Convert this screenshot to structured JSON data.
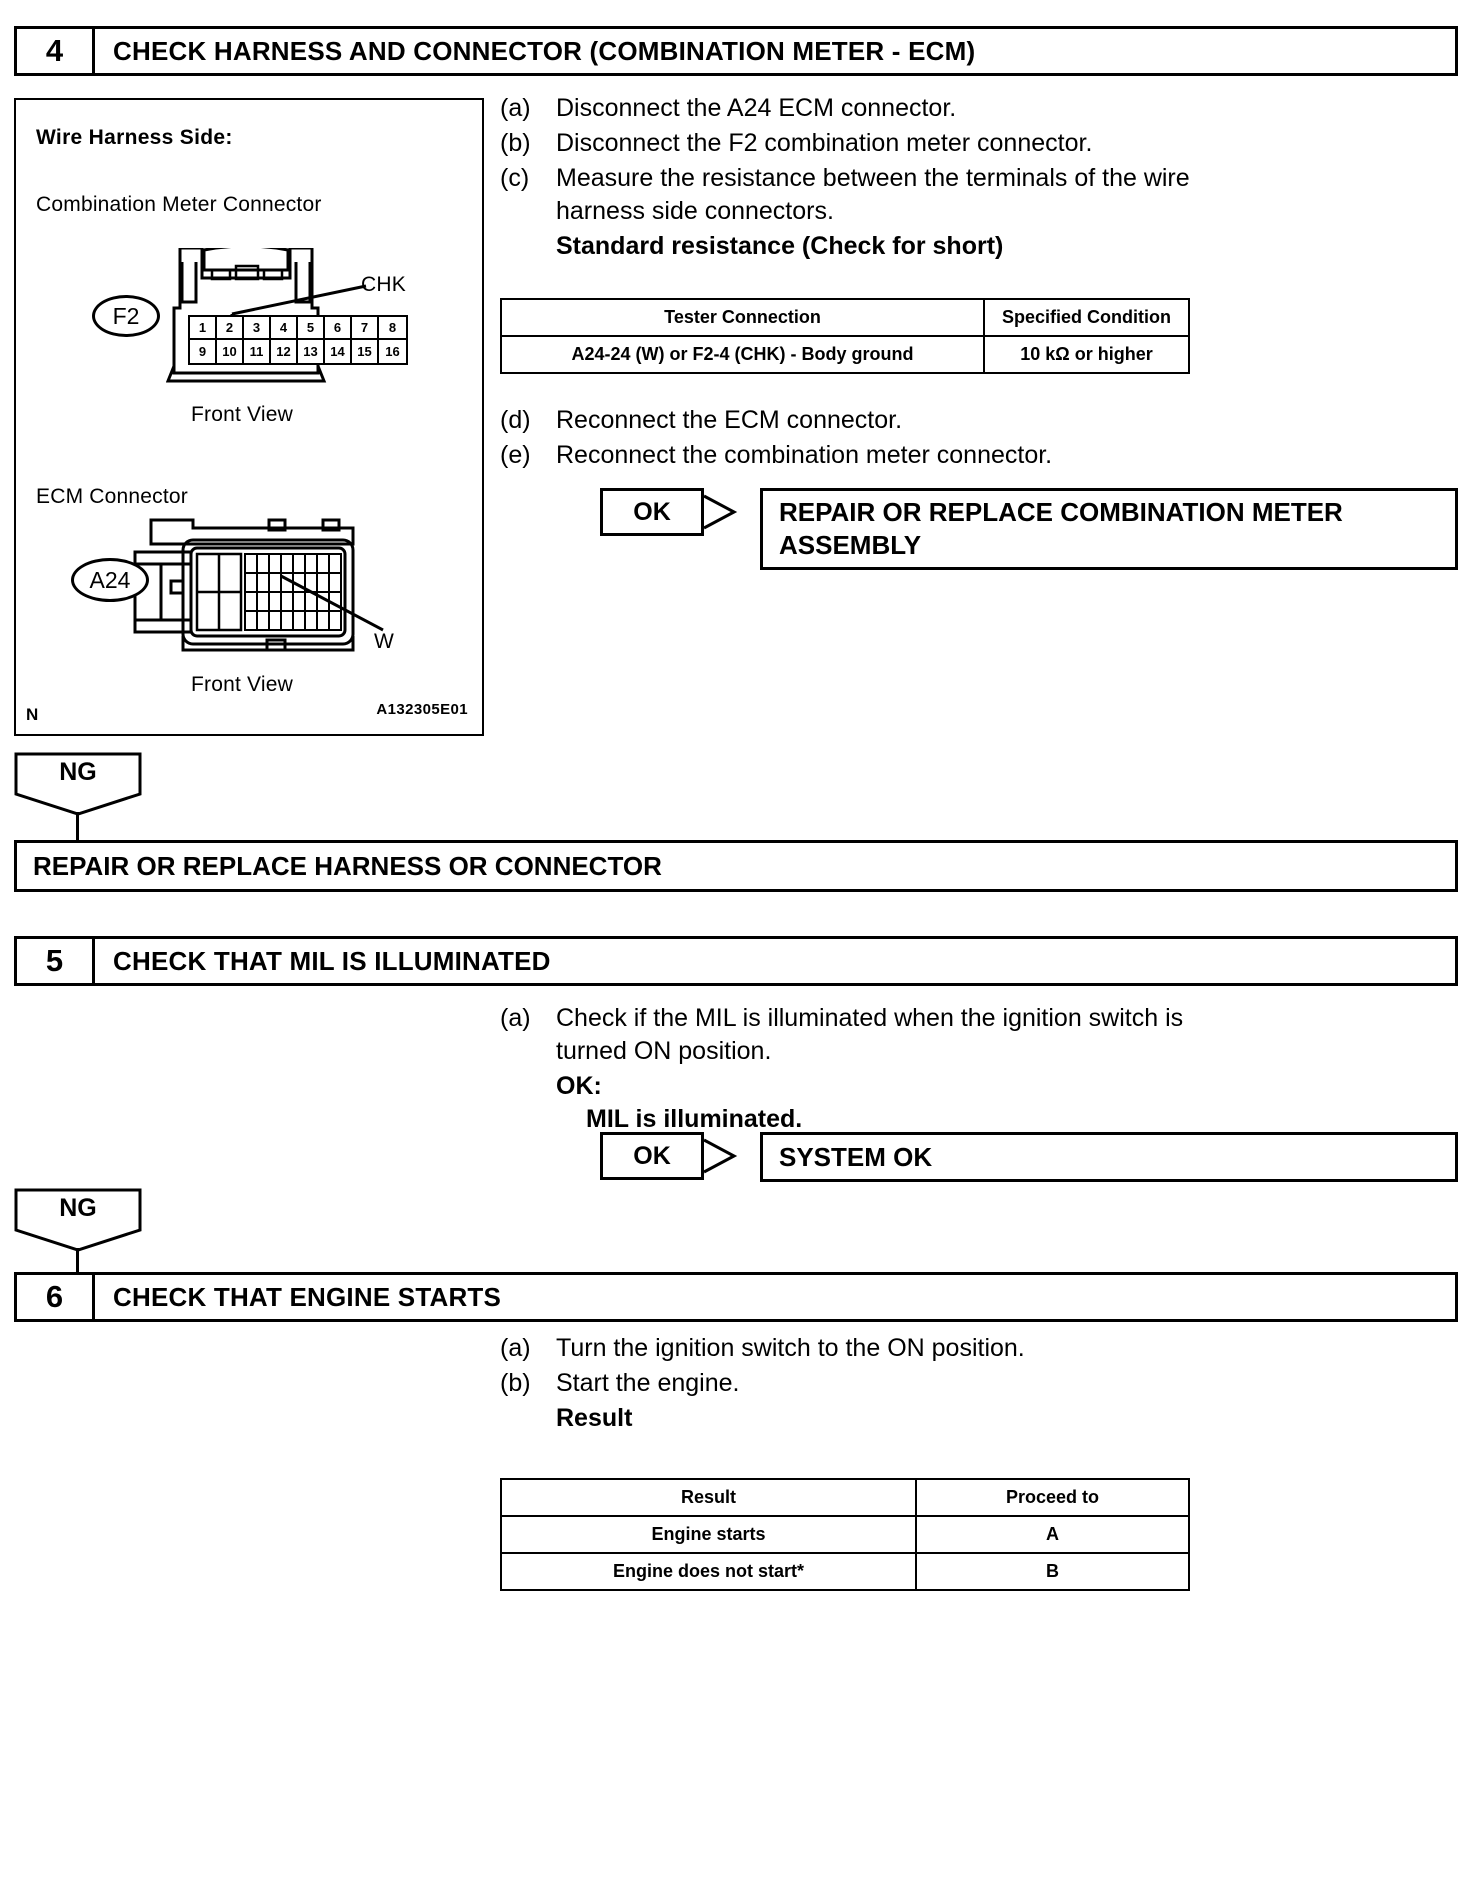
{
  "steps": [
    {
      "number": "4",
      "title": "CHECK HARNESS AND CONNECTOR (COMBINATION METER - ECM)",
      "instructions": [
        {
          "key": "(a)",
          "text": "Disconnect the A24 ECM connector."
        },
        {
          "key": "(b)",
          "text": "Disconnect the F2 combination meter connector."
        },
        {
          "key": "(c)",
          "text": "Measure the resistance between the terminals of the wire harness side connectors."
        }
      ],
      "sub_heading": "Standard resistance (Check for short)",
      "table": {
        "headers": [
          "Tester Connection",
          "Specified Condition"
        ],
        "rows": [
          [
            "A24-24 (W) or F2-4 (CHK) - Body ground",
            "10 kΩ or higher"
          ]
        ]
      },
      "instructions_after": [
        {
          "key": "(d)",
          "text": "Reconnect the ECM connector."
        },
        {
          "key": "(e)",
          "text": "Reconnect the combination meter connector."
        }
      ],
      "ok_label": "OK",
      "ok_result": "REPAIR OR REPLACE COMBINATION METER ASSEMBLY",
      "ng_label": "NG"
    },
    {
      "number": "5",
      "title": "CHECK THAT MIL IS ILLUMINATED",
      "instructions": [
        {
          "key": "(a)",
          "text": "Check if the MIL is illuminated when the ignition switch is turned ON position."
        }
      ],
      "ok_heading": "OK:",
      "ok_detail": "MIL is illuminated.",
      "ok_label": "OK",
      "ok_result": "SYSTEM OK",
      "ng_label": "NG"
    },
    {
      "number": "6",
      "title": "CHECK THAT ENGINE STARTS",
      "instructions": [
        {
          "key": "(a)",
          "text": "Turn the ignition switch to the ON position."
        },
        {
          "key": "(b)",
          "text": "Start the engine."
        }
      ],
      "sub_heading": "Result",
      "table": {
        "headers": [
          "Result",
          "Proceed to"
        ],
        "rows": [
          [
            "Engine starts",
            "A"
          ],
          [
            "Engine does not start*",
            "B"
          ]
        ]
      }
    }
  ],
  "outcome_box": "REPAIR OR REPLACE HARNESS OR CONNECTOR",
  "illustration": {
    "heading": "Wire Harness Side:",
    "connector1_label": "Combination Meter Connector",
    "connector1_code": "F2",
    "connector1_terminal": "CHK",
    "connector1_view": "Front View",
    "connector1_pins_top": [
      "1",
      "2",
      "3",
      "4",
      "5",
      "6",
      "7",
      "8"
    ],
    "connector1_pins_bottom": [
      "9",
      "10",
      "11",
      "12",
      "13",
      "14",
      "15",
      "16"
    ],
    "connector2_label": "ECM Connector",
    "connector2_code": "A24",
    "connector2_terminal": "W",
    "connector2_view": "Front View",
    "corner_mark": "N",
    "figure_id": "A132305E01"
  }
}
